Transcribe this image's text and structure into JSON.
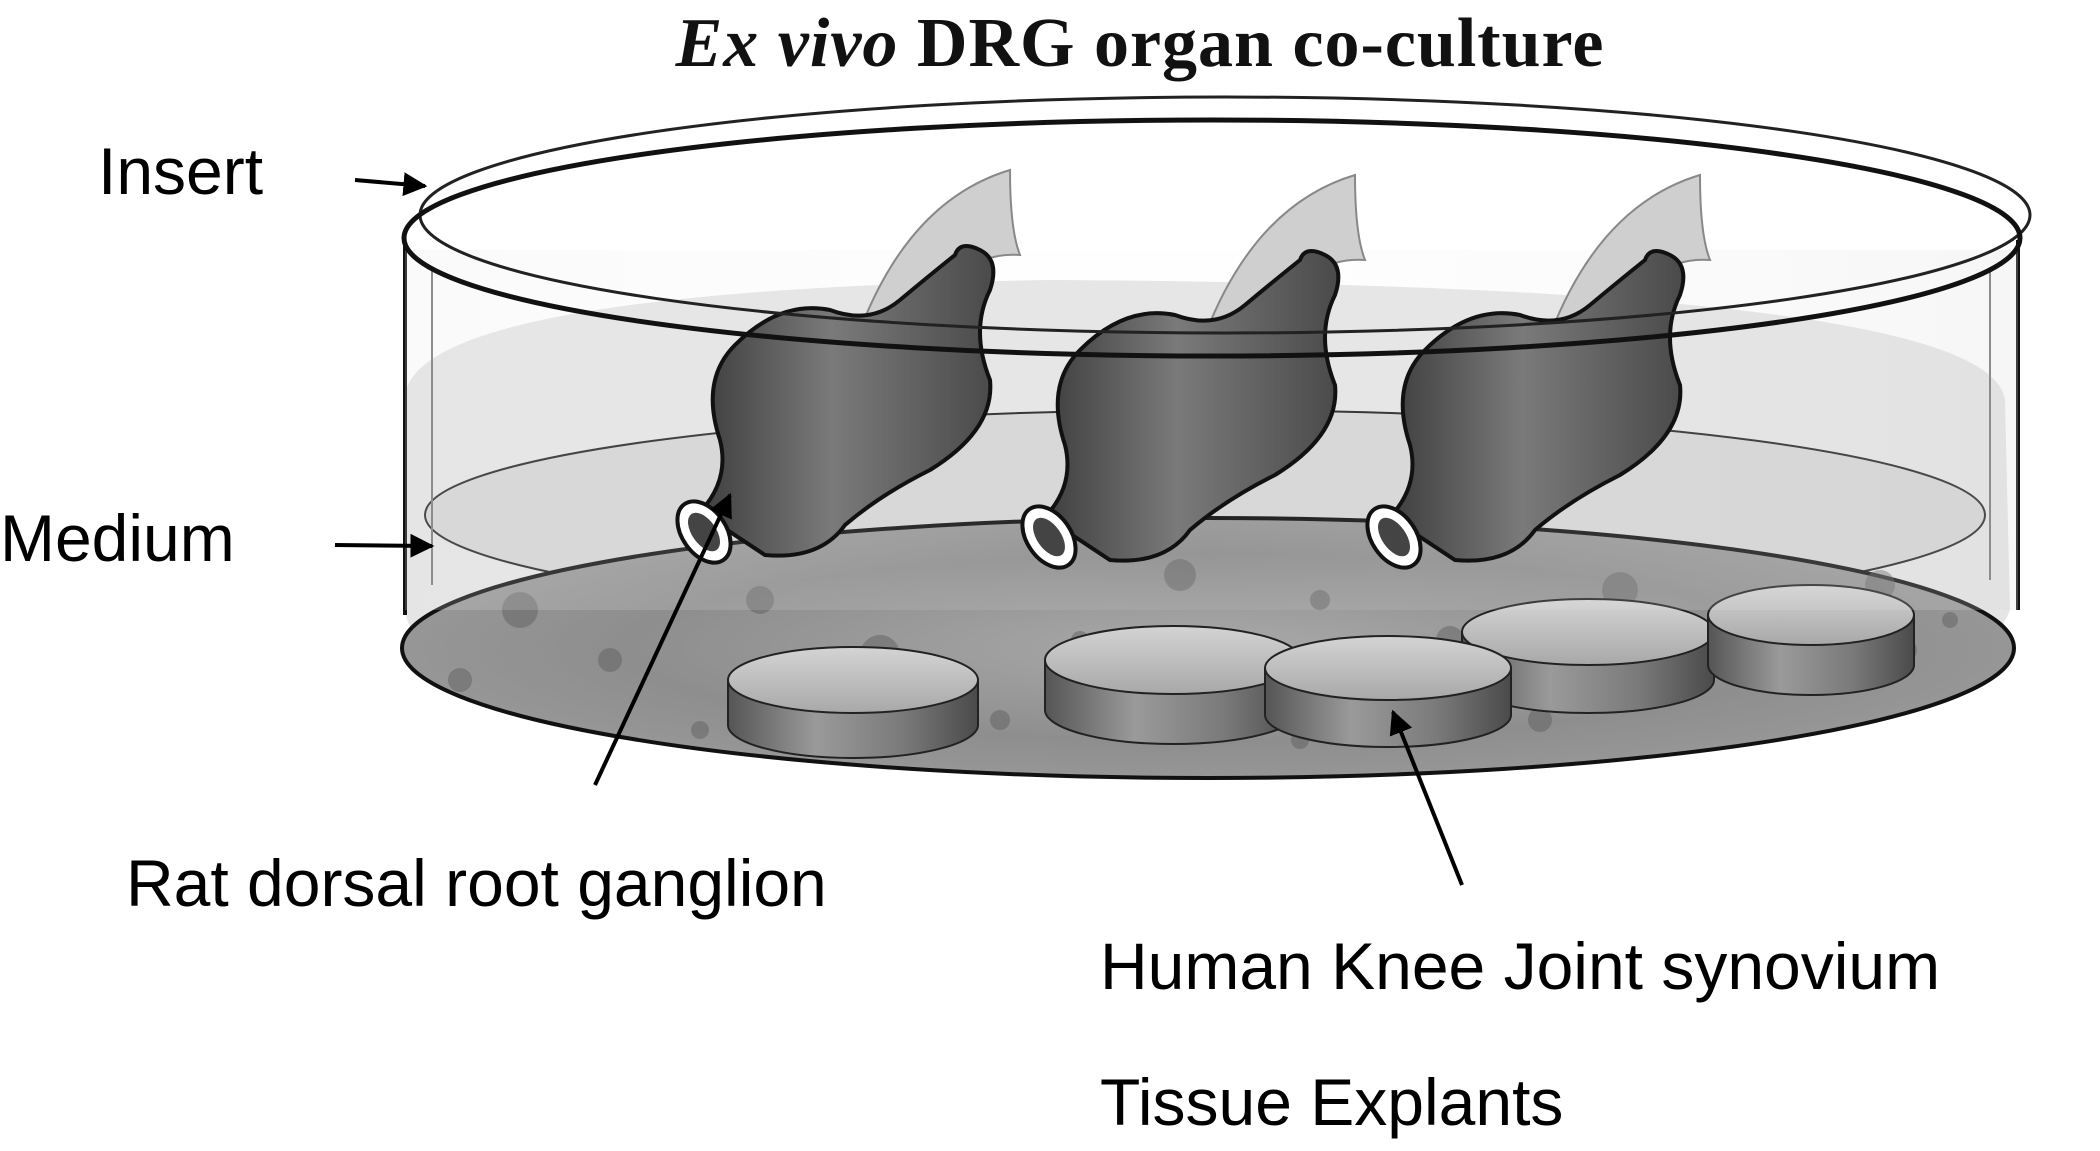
{
  "title": {
    "italic": "Ex vivo",
    "rest": " DRG organ co-culture"
  },
  "labels": {
    "insert": "Insert",
    "medium": "Medium",
    "drg": "Rat dorsal root ganglion",
    "synovium_line1": "Human Knee Joint synovium",
    "synovium_line2": "Tissue Explants"
  },
  "colors": {
    "dish_outline": "#111111",
    "medium_fill": "#d8d8d8",
    "tissue_bed": "#8a8a8a",
    "ganglion": "#5e5e5e",
    "explant_side": "#6a6a6a",
    "explant_top": "#b5b5b5"
  }
}
